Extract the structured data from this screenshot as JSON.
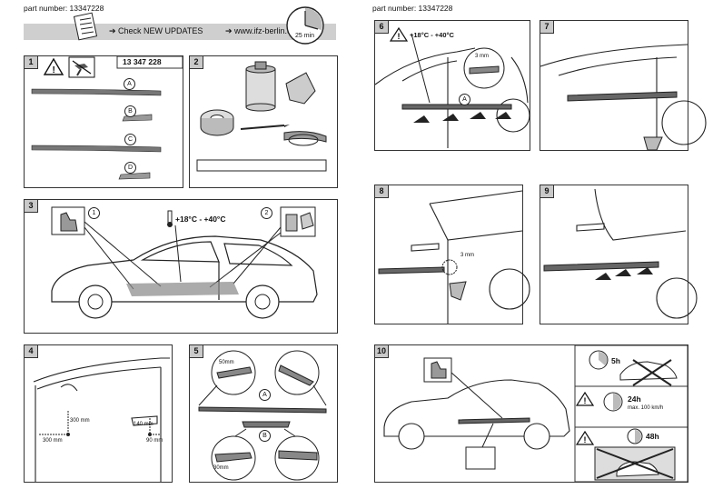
{
  "header": {
    "part_left": "part number: 13347228",
    "part_right": "part number: 13347228",
    "check": "➔ Check NEW UPDATES",
    "web": "➔ www.ifz-berlin.de",
    "time": "25 min"
  },
  "panels": {
    "p1": {
      "num": "1",
      "part": "13 347 228",
      "a": "A",
      "b": "B",
      "c": "C",
      "d": "D"
    },
    "p2": {
      "num": "2"
    },
    "p3": {
      "num": "3",
      "temp": "+18°C - +40°C",
      "s1": "1",
      "s2": "2"
    },
    "p4": {
      "num": "4",
      "m1": "300 mm",
      "m2": "300 mm",
      "m3": "140 mm",
      "m4": "90 mm"
    },
    "p5": {
      "num": "5",
      "m50": "50mm",
      "m30": "30mm",
      "a": "A",
      "b": "B"
    },
    "p6": {
      "num": "6",
      "temp": "+18°C - +40°C",
      "m3": "3 mm",
      "a": "A"
    },
    "p7": {
      "num": "7"
    },
    "p8": {
      "num": "8",
      "m3": "3 mm"
    },
    "p9": {
      "num": "9"
    },
    "p10": {
      "num": "10",
      "h5": "5h",
      "h24": "24h",
      "speed": "max. 100 km/h",
      "h48": "48h"
    }
  }
}
